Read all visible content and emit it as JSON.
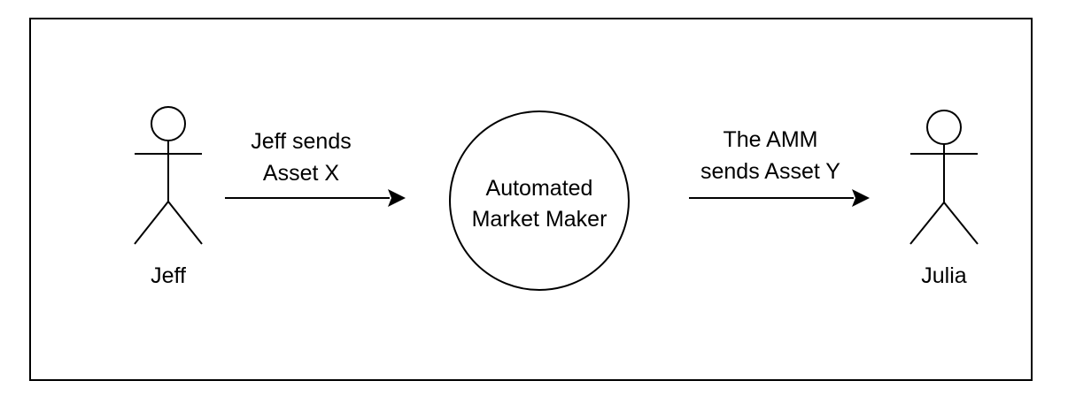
{
  "actors": {
    "left": {
      "name": "Jeff"
    },
    "right": {
      "name": "Julia"
    }
  },
  "center": {
    "line1": "Automated",
    "line2": "Market Maker"
  },
  "arrows": {
    "left": {
      "line1": "Jeff sends",
      "line2": "Asset X"
    },
    "right": {
      "line1": "The AMM",
      "line2": "sends Asset Y"
    }
  },
  "colors": {
    "stroke": "#000000",
    "background": "#ffffff"
  }
}
